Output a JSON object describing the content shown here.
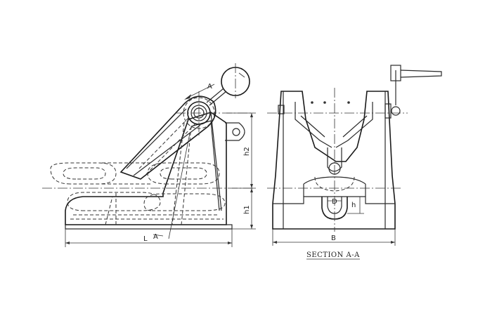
{
  "labels": {
    "L": "L",
    "h1": "h1",
    "h2": "h2",
    "B": "B",
    "D": "D",
    "h": "h",
    "A_top": "A",
    "A_bottom": "A",
    "section_title": "SECTION A-A"
  }
}
